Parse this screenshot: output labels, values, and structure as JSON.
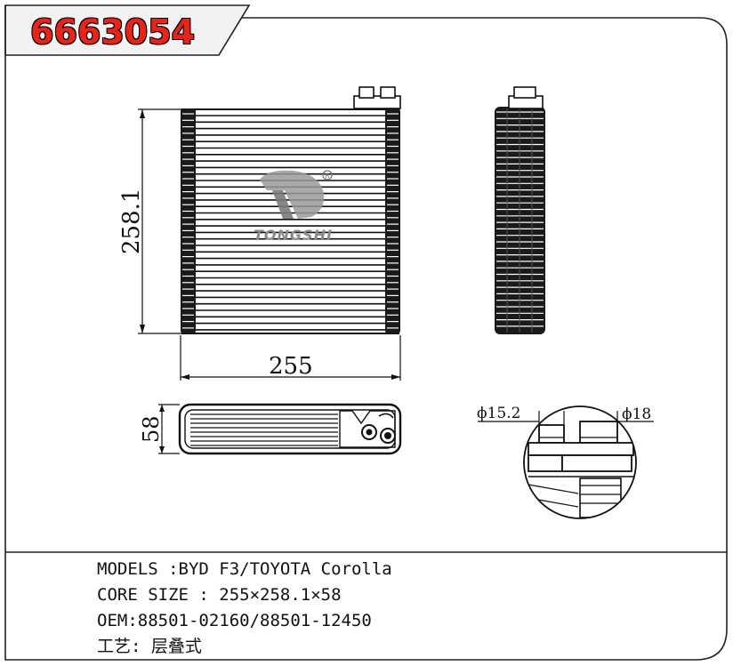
{
  "header": {
    "part_code": "6663054"
  },
  "drawing": {
    "dim_height": "258.1",
    "dim_width": "255",
    "dim_depth": "58",
    "dim_pipe_small": "ϕ15.2",
    "dim_pipe_large": "ϕ18",
    "brand_logo_text": "TONGSHI",
    "registered_mark": "R"
  },
  "specs": {
    "models": "MODELS :BYD F3/TOYOTA Corolla",
    "core_size": "CORE SIZE : 255×258.1×58",
    "oem": "OEM:88501-02160/88501-12450",
    "process": "工艺: 层叠式"
  }
}
